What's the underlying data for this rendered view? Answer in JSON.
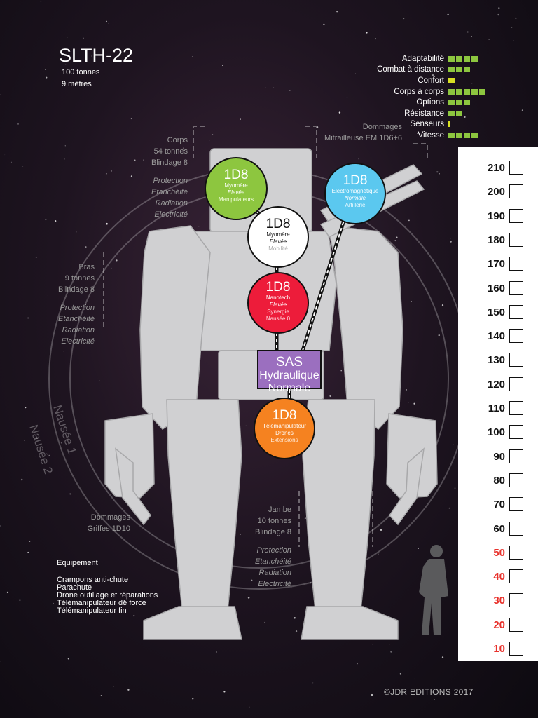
{
  "header": {
    "title": "SLTH-22",
    "weight": "100 tonnes",
    "height": "9 mètres"
  },
  "stats": [
    {
      "label": "Adaptabilité",
      "value": 4,
      "color": "#8dc63f"
    },
    {
      "label": "Combat à distance",
      "value": 3,
      "color": "#8dc63f"
    },
    {
      "label": "Confort",
      "value": 1,
      "color": "#d7df23"
    },
    {
      "label": "Corps à corps",
      "value": 5,
      "color": "#8dc63f"
    },
    {
      "label": "Options",
      "value": 3,
      "color": "#8dc63f"
    },
    {
      "label": "Résistance",
      "value": 2,
      "color": "#8dc63f"
    },
    {
      "label": "Senseurs",
      "value": 0.3,
      "color": "#d7df23"
    },
    {
      "label": "Vitesse",
      "value": 4,
      "color": "#8dc63f"
    }
  ],
  "corps": {
    "title": "Corps",
    "weight": "54 tonnes",
    "armor": "Blindage 8",
    "protection_title": "Protection",
    "protection": [
      "Etanchéité",
      "Radiation",
      "Electricité"
    ]
  },
  "bras": {
    "title": "Bras",
    "weight": "9 tonnes",
    "armor": "Blindage 8",
    "protection_title": "Protection",
    "protection": [
      "Etanchéité",
      "Radiation",
      "Electricité"
    ]
  },
  "jambe": {
    "title": "Jambe",
    "weight": "10 tonnes",
    "armor": "Blindage 8",
    "protection_title": "Protection",
    "protection": [
      "Etanchéité",
      "Radiation",
      "Electricité"
    ]
  },
  "damage_weapon": {
    "title": "Dommages",
    "value": "Mitrailleuse EM 1D6+6"
  },
  "damage_claws": {
    "title": "Dommages",
    "value": "Griffes 1D10"
  },
  "nausea": [
    "Nausée 1",
    "Nausée 2"
  ],
  "nodes": {
    "green": {
      "dice": "1D8",
      "line1": "Myomère",
      "line2": "Elevée",
      "line3": "Manipulateurs",
      "color": "#8dc63f"
    },
    "blue": {
      "dice": "1D8",
      "line1": "Electromagnétique",
      "line2": "Normale",
      "line3": "Artillerie",
      "color": "#5bc8ef"
    },
    "white": {
      "dice": "1D8",
      "line1": "Myomère",
      "line2": "Elevée",
      "line3": "Mobilité",
      "color": "#ffffff"
    },
    "red": {
      "dice": "1D8",
      "line1": "Nanotech",
      "line2": "Elevée",
      "line3": "Synergie",
      "line4": "Nausée 0",
      "color": "#ed1c3a"
    },
    "sas": {
      "label": "SAS",
      "line1": "Hydraulique",
      "line2": "Normale",
      "color": "#9b6fbf"
    },
    "orange": {
      "dice": "1D8",
      "line1": "Télémanipulateur",
      "line2": "Drones",
      "line3": "Extensions",
      "color": "#f58220"
    }
  },
  "equipment": {
    "title": "Equipement",
    "items": [
      "Crampons anti-chute",
      "Parachute",
      "Drone outillage et réparations",
      "Télémanipulateur de force",
      "Télémanipulateur fin"
    ]
  },
  "damage_track": [
    {
      "value": "210",
      "color": "#111111"
    },
    {
      "value": "200",
      "color": "#111111"
    },
    {
      "value": "190",
      "color": "#111111"
    },
    {
      "value": "180",
      "color": "#111111"
    },
    {
      "value": "170",
      "color": "#111111"
    },
    {
      "value": "160",
      "color": "#111111"
    },
    {
      "value": "150",
      "color": "#111111"
    },
    {
      "value": "140",
      "color": "#111111"
    },
    {
      "value": "130",
      "color": "#111111"
    },
    {
      "value": "120",
      "color": "#111111"
    },
    {
      "value": "110",
      "color": "#111111"
    },
    {
      "value": "100",
      "color": "#111111"
    },
    {
      "value": "90",
      "color": "#111111"
    },
    {
      "value": "80",
      "color": "#111111"
    },
    {
      "value": "70",
      "color": "#111111"
    },
    {
      "value": "60",
      "color": "#111111"
    },
    {
      "value": "50",
      "color": "#e8322c"
    },
    {
      "value": "40",
      "color": "#e8322c"
    },
    {
      "value": "30",
      "color": "#e8322c"
    },
    {
      "value": "20",
      "color": "#e8322c"
    },
    {
      "value": "10",
      "color": "#e8322c"
    }
  ],
  "footer": "©JDR EDITIONS 2017"
}
